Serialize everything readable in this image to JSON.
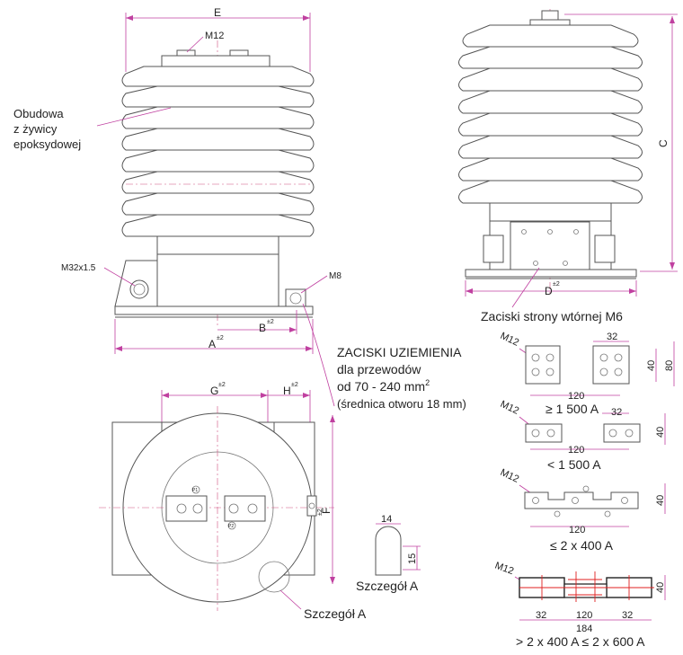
{
  "colors": {
    "outline": "#555555",
    "dimension": "#c040a0",
    "centerline": "#d05080",
    "highlight": "#e02020",
    "text": "#222222"
  },
  "front_view": {
    "dim_e": "E",
    "thread_top": "M12",
    "housing_note": [
      "Obudowa",
      "z żywicy",
      "epoksydowej"
    ],
    "thread_side": "M32x1.5",
    "thread_ground": "M8",
    "dim_a": "A",
    "dim_a_tol": "±2",
    "dim_b": "B",
    "dim_b_tol": "±2"
  },
  "side_view": {
    "dim_c": "C",
    "dim_d": "D",
    "dim_d_tol": "±2",
    "caption": "Zaciski strony wtórnej M6"
  },
  "earthing_note": {
    "title": "ZACISKI UZIEMIENIA",
    "line1": "dla przewodów",
    "line2": "od 70 - 240 mm",
    "line2_sup": "2",
    "line3": "(średnica otworu 18 mm)"
  },
  "top_view": {
    "dim_g": "G",
    "dim_g_tol": "±2",
    "dim_h": "H",
    "dim_h_tol": "±2",
    "dim_f": "F",
    "dim_f_tol": "±2",
    "mark_p1": "P1",
    "mark_p2": "P2",
    "detail_callout": "Szczegół A"
  },
  "detail_a": {
    "dim_width": "14",
    "dim_height": "15",
    "caption": "Szczegół A"
  },
  "terminals": [
    {
      "thread": "M12",
      "dim_top": "32",
      "dim_h1": "40",
      "dim_h2": "80",
      "dim_bottom": "120",
      "caption": "≥ 1 500 A"
    },
    {
      "thread": "M12",
      "dim_top": "32",
      "dim_h1": "40",
      "dim_bottom": "120",
      "caption": "< 1 500 A"
    },
    {
      "thread": "M12",
      "dim_h1": "40",
      "dim_bottom": "120",
      "caption": "≤ 2 x 400 A"
    },
    {
      "thread": "M12",
      "dim_h1": "40",
      "dim_left": "32",
      "dim_mid": "120",
      "dim_right": "32",
      "dim_total": "184",
      "caption": "> 2 x 400 A ≤ 2 x 600 A"
    }
  ]
}
